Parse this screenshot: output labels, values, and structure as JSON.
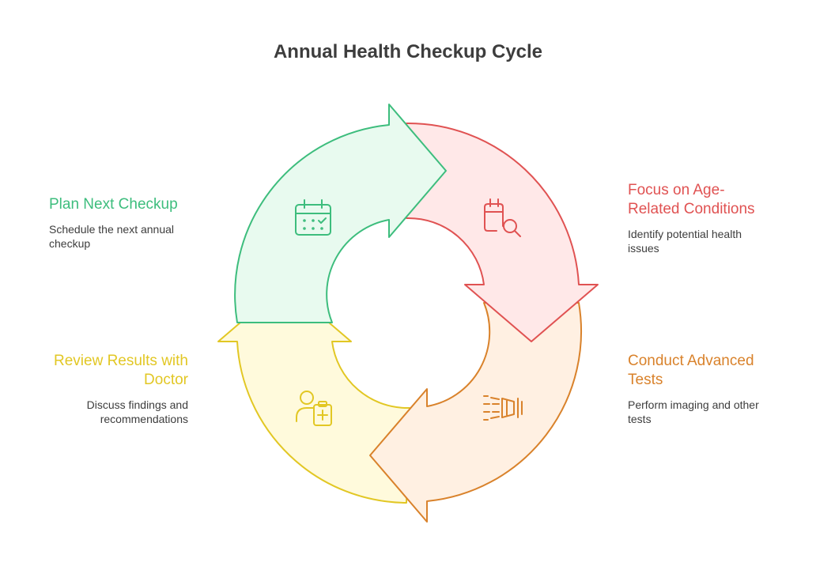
{
  "title": "Annual Health Checkup Cycle",
  "steps": [
    {
      "heading": "Plan Next Checkup",
      "description": "Schedule the next annual checkup",
      "icon": "calendar-icon",
      "color": "#3dbd7d",
      "fill": "#e8faef"
    },
    {
      "heading": "Focus on Age-Related Conditions",
      "description": "Identify potential health issues",
      "icon": "calendar-search-icon",
      "color": "#e05252",
      "fill": "#ffe8e8"
    },
    {
      "heading": "Conduct Advanced Tests",
      "description": "Perform imaging and other tests",
      "icon": "scan-beam-icon",
      "color": "#d9822b",
      "fill": "#fff0e2"
    },
    {
      "heading": "Review Results with Doctor",
      "description": "Discuss findings and recommendations",
      "icon": "doctor-clipboard-icon",
      "color": "#e2c724",
      "fill": "#fffadc"
    }
  ]
}
